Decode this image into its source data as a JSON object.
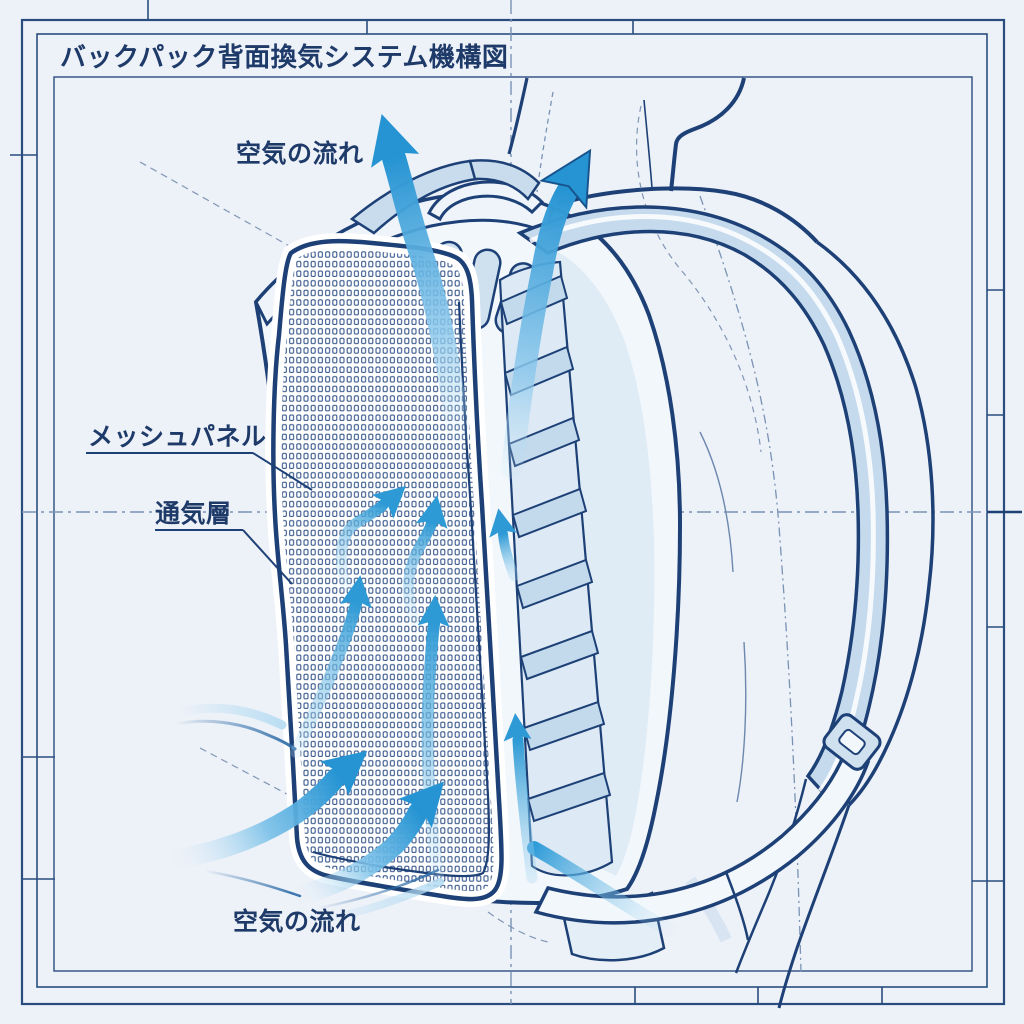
{
  "frame": {
    "title": "バックパック背面換気システム機構図"
  },
  "labels": {
    "air_flow_top": "空気の流れ",
    "mesh_panel": "メッシュパネル",
    "ventilation_layer": "通気層",
    "air_flow_bottom": "空気の流れ"
  },
  "colors": {
    "background": "#edf1f8",
    "line_navy": "#1d4076",
    "text_navy": "#1e3a69",
    "arrow_blue": "#2694d3",
    "arrow_light": "#bfe2f5",
    "strap_fill": "#c5daed",
    "slat_fill": "#c3d9ec",
    "panel_fill": "#ffffff",
    "bag_fill": "#f2f7fc"
  }
}
